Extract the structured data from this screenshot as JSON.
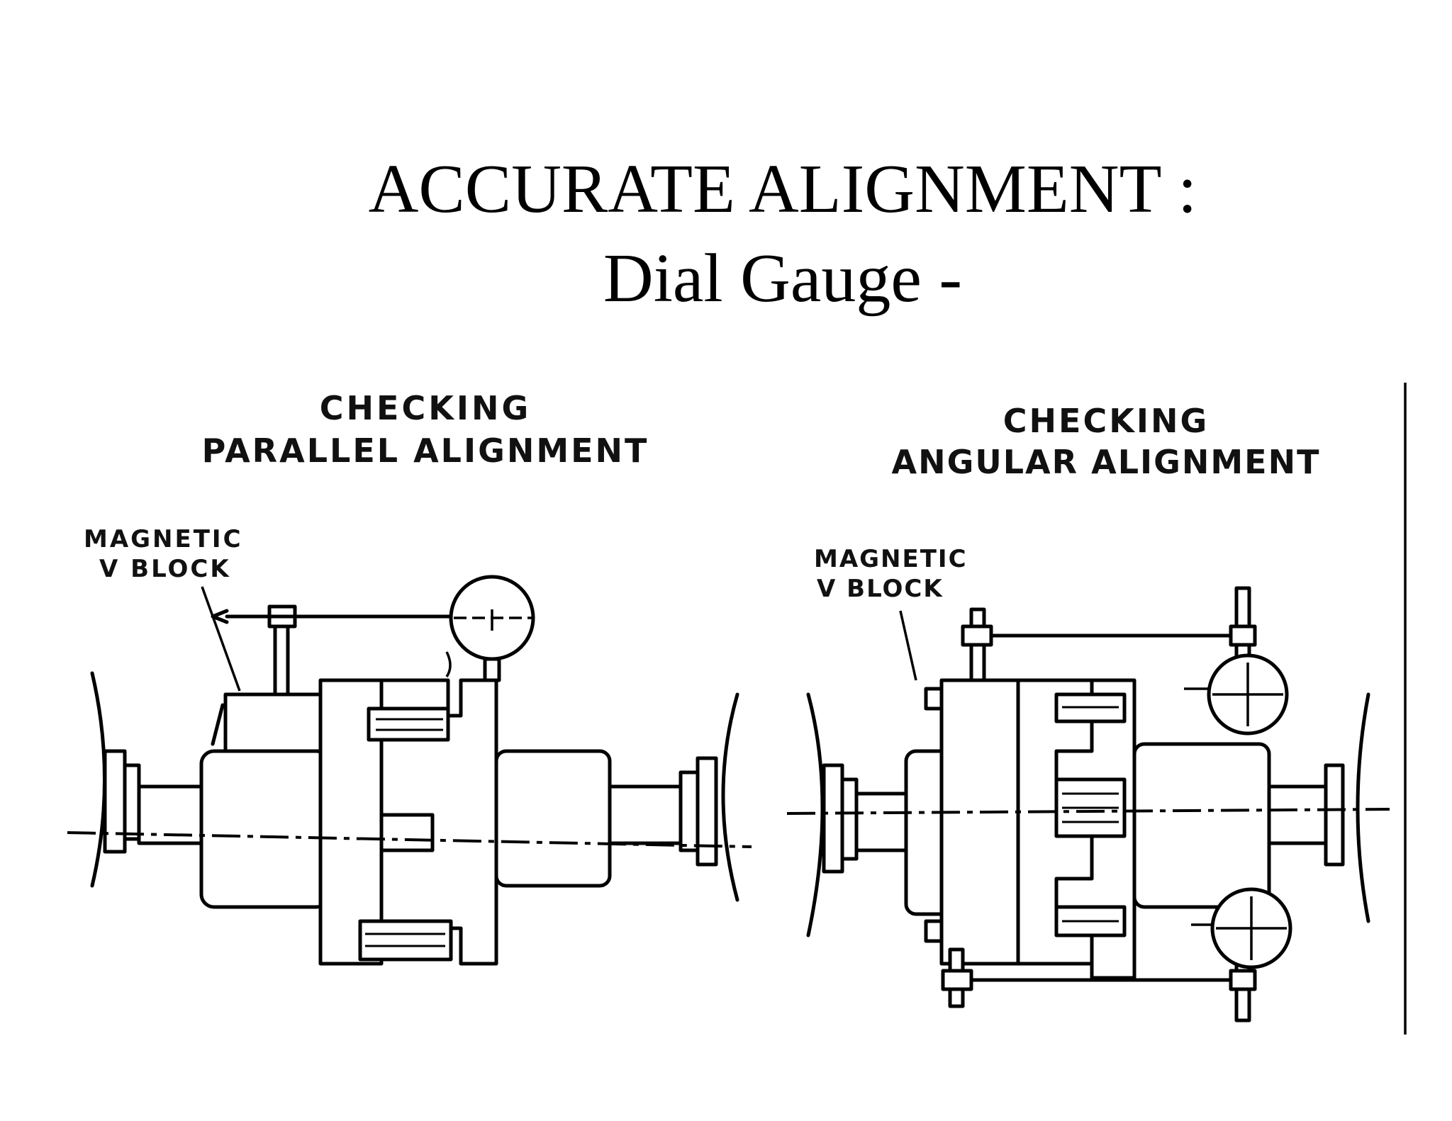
{
  "slide": {
    "title": "ACCURATE  ALIGNMENT :",
    "subtitle": "Dial Gauge -"
  },
  "left_figure": {
    "heading_line1": "CHECKING",
    "heading_line2": "PARALLEL ALIGNMENT",
    "callout_line1": "MAGNETIC",
    "callout_line2": "V BLOCK"
  },
  "right_figure": {
    "heading_line1": "CHECKING",
    "heading_line2": "ANGULAR ALIGNMENT",
    "callout_line1": "MAGNETIC",
    "callout_line2": "V BLOCK"
  }
}
